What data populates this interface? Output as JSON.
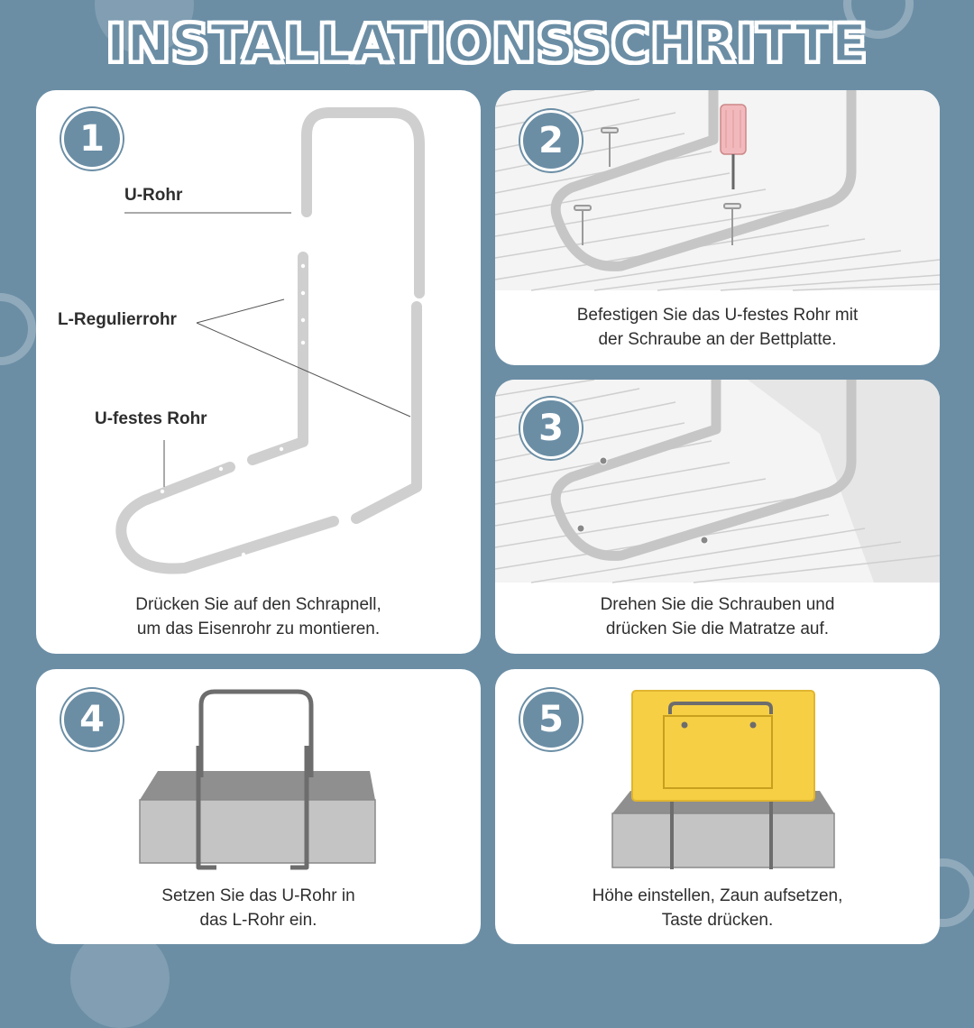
{
  "title": "INSTALLATIONSSCHRITTE",
  "steps": [
    {
      "number": "1",
      "labels": {
        "u_rohr": "U-Rohr",
        "l_regulierrohr": "L-Regulierrohr",
        "u_festes_rohr": "U-festes Rohr"
      },
      "caption": [
        "Drücken Sie auf den Schrapnell,",
        "um das Eisenrohr zu montieren."
      ]
    },
    {
      "number": "2",
      "caption": [
        "Befestigen Sie das U-festes Rohr mit",
        "der Schraube an der Bettplatte."
      ]
    },
    {
      "number": "3",
      "caption": [
        "Drehen Sie die Schrauben und",
        "drücken Sie die Matratze auf."
      ]
    },
    {
      "number": "4",
      "caption": [
        "Setzen Sie das U-Rohr in",
        "das L-Rohr ein."
      ]
    },
    {
      "number": "5",
      "caption": [
        "Höhe einstellen, Zaun aufsetzen,",
        "Taste drücken."
      ]
    }
  ],
  "colors": {
    "background": "#6b8ea5",
    "card": "#ffffff",
    "pipe": "#c8c8c8",
    "mattress": "#c4c4c4",
    "fence_yellow": "#f6cf45",
    "screwdriver_handle": "#f2b9bd"
  }
}
